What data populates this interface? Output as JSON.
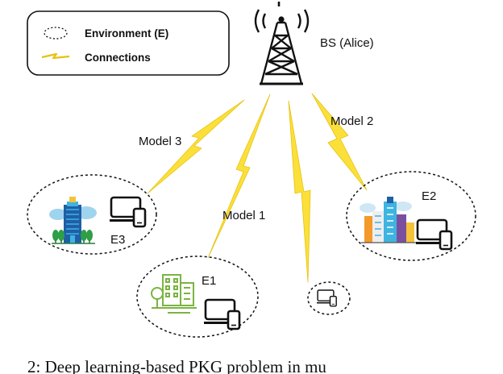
{
  "legend": {
    "environment_label": "Environment (E)",
    "connections_label": "Connections"
  },
  "base_station": {
    "label": "BS (Alice)"
  },
  "connections": [
    {
      "label": "Model 3"
    },
    {
      "label": "Model 1"
    },
    {
      "label": "Model 2"
    }
  ],
  "environments": [
    {
      "label": "E3"
    },
    {
      "label": "E1"
    },
    {
      "label": "E2"
    }
  ],
  "caption": {
    "text": "2:  Deep  learning-based  PKG  problem  in  mu"
  },
  "colors": {
    "lightning": "#fbe03a",
    "lightning_stroke": "#e7c20f",
    "ink": "#111111",
    "green": "#7cb342",
    "building_blue": "#1f5fa8",
    "building_cyan": "#3fb4e0",
    "tree_green": "#2e9e48",
    "orange": "#f39a2b",
    "purple": "#7b4fa0"
  }
}
